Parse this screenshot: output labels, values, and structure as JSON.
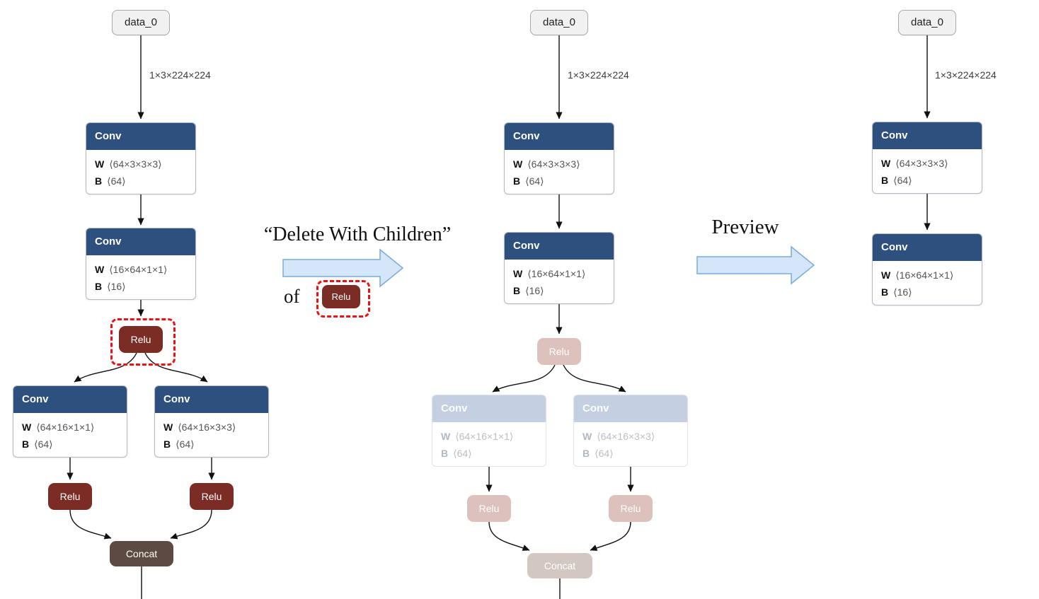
{
  "captions": {
    "delete_with_children": "“Delete With Children”",
    "of": "of",
    "selected_node": "Relu",
    "preview": "Preview"
  },
  "left_graph": {
    "data_node": "data_0",
    "input_shape": "1×3×224×224",
    "conv1": {
      "header": "Conv",
      "w_key": "W",
      "w_val": "⟨64×3×3×3⟩",
      "b_key": "B",
      "b_val": "⟨64⟩"
    },
    "conv2": {
      "header": "Conv",
      "w_key": "W",
      "w_val": "⟨16×64×1×1⟩",
      "b_key": "B",
      "b_val": "⟨16⟩"
    },
    "relu": "Relu",
    "conv_left": {
      "header": "Conv",
      "w_key": "W",
      "w_val": "⟨64×16×1×1⟩",
      "b_key": "B",
      "b_val": "⟨64⟩"
    },
    "conv_right": {
      "header": "Conv",
      "w_key": "W",
      "w_val": "⟨64×16×3×3⟩",
      "b_key": "B",
      "b_val": "⟨64⟩"
    },
    "relu_left": "Relu",
    "relu_right": "Relu",
    "concat": "Concat"
  },
  "middle_graph": {
    "data_node": "data_0",
    "input_shape": "1×3×224×224",
    "conv1": {
      "header": "Conv",
      "w_key": "W",
      "w_val": "⟨64×3×3×3⟩",
      "b_key": "B",
      "b_val": "⟨64⟩"
    },
    "conv2": {
      "header": "Conv",
      "w_key": "W",
      "w_val": "⟨16×64×1×1⟩",
      "b_key": "B",
      "b_val": "⟨16⟩"
    },
    "relu": "Relu",
    "conv_left": {
      "header": "Conv",
      "w_key": "W",
      "w_val": "⟨64×16×1×1⟩",
      "b_key": "B",
      "b_val": "⟨64⟩"
    },
    "conv_right": {
      "header": "Conv",
      "w_key": "W",
      "w_val": "⟨64×16×3×3⟩",
      "b_key": "B",
      "b_val": "⟨64⟩"
    },
    "relu_left": "Relu",
    "relu_right": "Relu",
    "concat": "Concat"
  },
  "right_graph": {
    "data_node": "data_0",
    "input_shape": "1×3×224×224",
    "conv1": {
      "header": "Conv",
      "w_key": "W",
      "w_val": "⟨64×3×3×3⟩",
      "b_key": "B",
      "b_val": "⟨64⟩"
    },
    "conv2": {
      "header": "Conv",
      "w_key": "W",
      "w_val": "⟨16×64×1×1⟩",
      "b_key": "B",
      "b_val": "⟨16⟩"
    }
  },
  "colors": {
    "conv_header": "#2e507e",
    "relu_node": "#7a2c25",
    "concat_node": "#5d4a42",
    "faded_conv_header": "#c4d0e2",
    "faded_relu_node": "#dcc1bd",
    "faded_concat_node": "#d3c7c1",
    "selection_dashed": "#ea1212",
    "block_arrow_fill": "#d4e6f8",
    "block_arrow_stroke": "#79abd9"
  }
}
